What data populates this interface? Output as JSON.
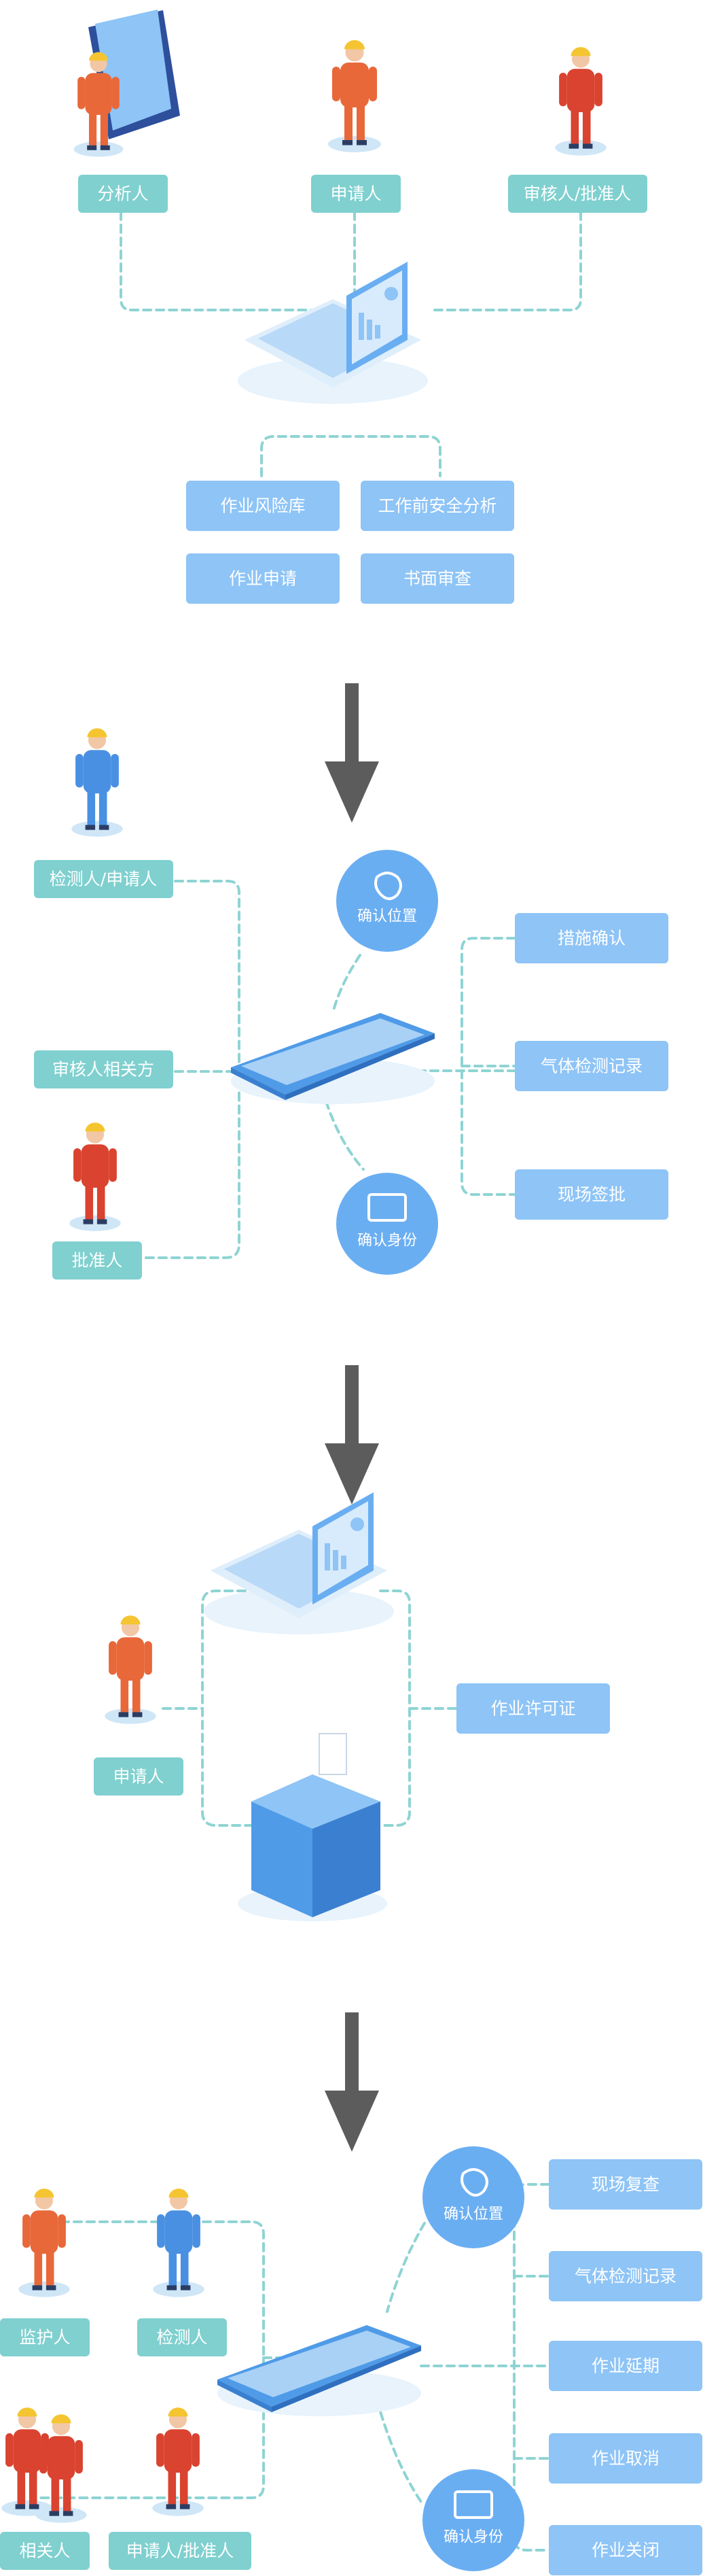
{
  "step1": {
    "roles": [
      "分析人",
      "申请人",
      "审核人/批准人"
    ],
    "outputs": [
      "作业风险库",
      "工作前安全分析",
      "作业申请",
      "书面审查"
    ]
  },
  "step2": {
    "left_roles": [
      "检测人/申请人",
      "审核人相关方",
      "批准人"
    ],
    "circles": [
      "确认位置",
      "确认身份"
    ],
    "outputs": [
      "措施确认",
      "气体检测记录",
      "现场签批"
    ]
  },
  "step3": {
    "role": "申请人",
    "output": "作业许可证"
  },
  "step4": {
    "roles": [
      "监护人",
      "检测人",
      "相关人",
      "申请人/批准人"
    ],
    "circles": [
      "确认位置",
      "确认身份"
    ],
    "outputs": [
      "现场复查",
      "气体检测记录",
      "作业延期",
      "作业取消",
      "作业关闭"
    ]
  },
  "colors": {
    "role_label": "#7fd0cf",
    "output_label": "#8ec4f6",
    "circle": "#6aaef2",
    "connector": "#8ed4d3",
    "arrow": "#5c5c5c",
    "worker_orange": "#e8683a",
    "worker_blue": "#4a90e2",
    "worker_red": "#d9432f"
  }
}
